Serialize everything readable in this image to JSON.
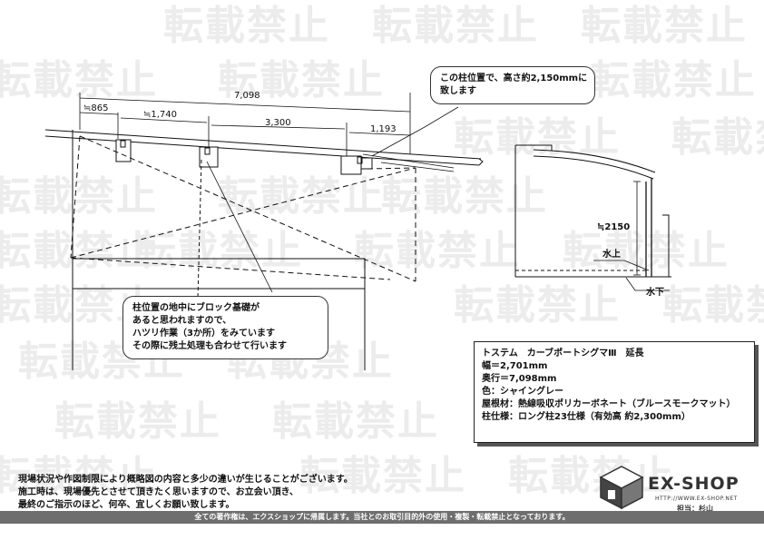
{
  "watermark": "転載禁止",
  "dimensions": {
    "total": "7,098",
    "seg1": "≒865",
    "seg2": "≒1,740",
    "seg3": "3,300",
    "seg4": "1,193"
  },
  "callout_top": {
    "lines": [
      "この柱位置で、高さ約2,150mmに",
      "致します"
    ]
  },
  "callout_bottom": {
    "lines": [
      "柱位置の地中にブロック基礎が",
      "あると思われますので、",
      "ハツリ作業（3か所）をみています",
      "その際に残土処理も合わせて行います"
    ]
  },
  "side_view": {
    "height": "≒2150",
    "water_top": "水上",
    "water_bottom": "水下"
  },
  "spec": {
    "lines": [
      "トステム　カーブポートシグマⅢ　延長",
      "幅＝2,701mm",
      "奥行＝7,098mm",
      "色：シャイングレー",
      "屋根材：熱線吸収ポリカーボネート（ブルースモークマット）",
      "柱仕様：ロング柱23仕様（有効高 約2,300mm）"
    ]
  },
  "notes": {
    "lines": [
      "現場状況や作図制限により概略図の内容と多少の違いが生じることがございます。",
      "施工時は、現場優先とさせて頂きたく思いますので、お立会い頂き、",
      "最終のご指示のほど、何卒、宜しくお願い致します。"
    ]
  },
  "footer": "全ての著作権は、エクスショップに帰属します。当社とのお取引目的外の使用・複製・転載禁止となっております。",
  "brand": {
    "name": "EX-SHOP",
    "url": "HTTP://WWW.EX-SHOP.NET",
    "staff": "担当：杉山"
  },
  "icons": {
    "logo": "ex-shop-cube-logo"
  }
}
